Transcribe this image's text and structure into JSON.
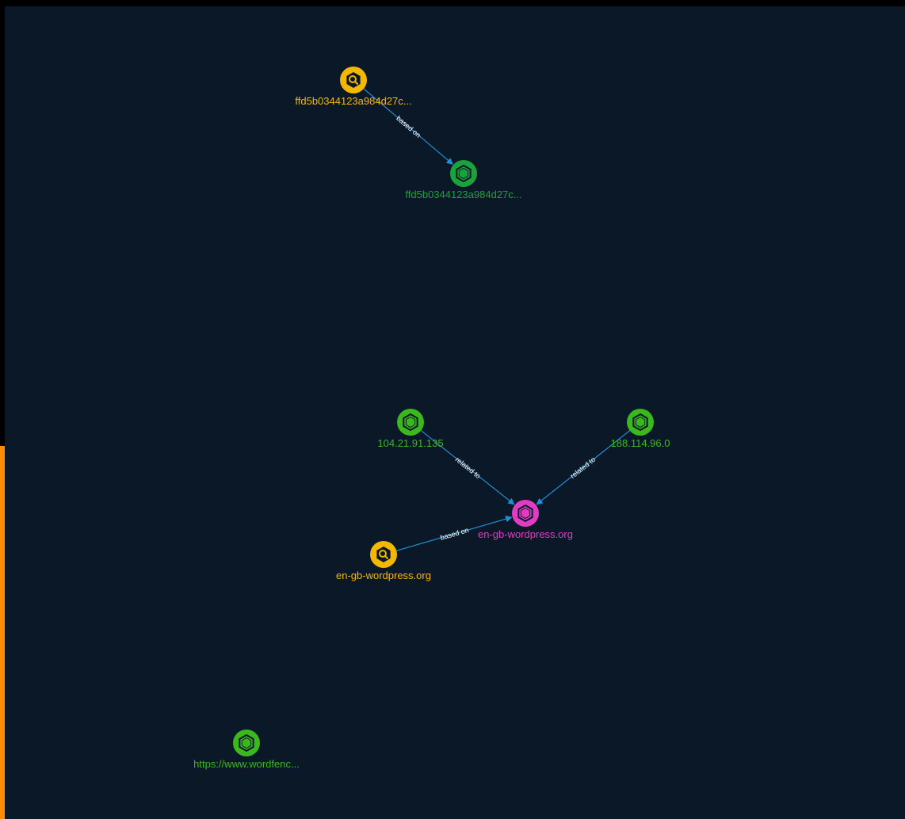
{
  "colors": {
    "background": "#0b1827",
    "accent_bar": "#ff8c00",
    "edge": "#1e90d6",
    "indicator": "#f5b800",
    "observable": "#3cb81f",
    "artifact": "#19a33a",
    "domain": "#e23cc4"
  },
  "nodes": [
    {
      "id": "n1",
      "label": "ffd5b0344123a984d27c...",
      "kind": "indicator",
      "icon": "search-shield-icon"
    },
    {
      "id": "n2",
      "label": "ffd5b0344123a984d27c...",
      "kind": "artifact",
      "icon": "hexagon-icon"
    },
    {
      "id": "n3",
      "label": "104.21.91.135",
      "kind": "observable",
      "icon": "hexagon-icon"
    },
    {
      "id": "n4",
      "label": "188.114.96.0",
      "kind": "observable",
      "icon": "hexagon-icon"
    },
    {
      "id": "n5",
      "label": "en-gb-wordpress.org",
      "kind": "domain",
      "icon": "hexagon-icon"
    },
    {
      "id": "n6",
      "label": "en-gb-wordpress.org",
      "kind": "indicator",
      "icon": "search-shield-icon"
    },
    {
      "id": "n7",
      "label": "https://www.wordfenc...",
      "kind": "observable",
      "icon": "hexagon-icon"
    }
  ],
  "edges": [
    {
      "from": "n1",
      "to": "n2",
      "label": "based on"
    },
    {
      "from": "n3",
      "to": "n5",
      "label": "related to"
    },
    {
      "from": "n4",
      "to": "n5",
      "label": "related to"
    },
    {
      "from": "n6",
      "to": "n5",
      "label": "based on"
    }
  ]
}
